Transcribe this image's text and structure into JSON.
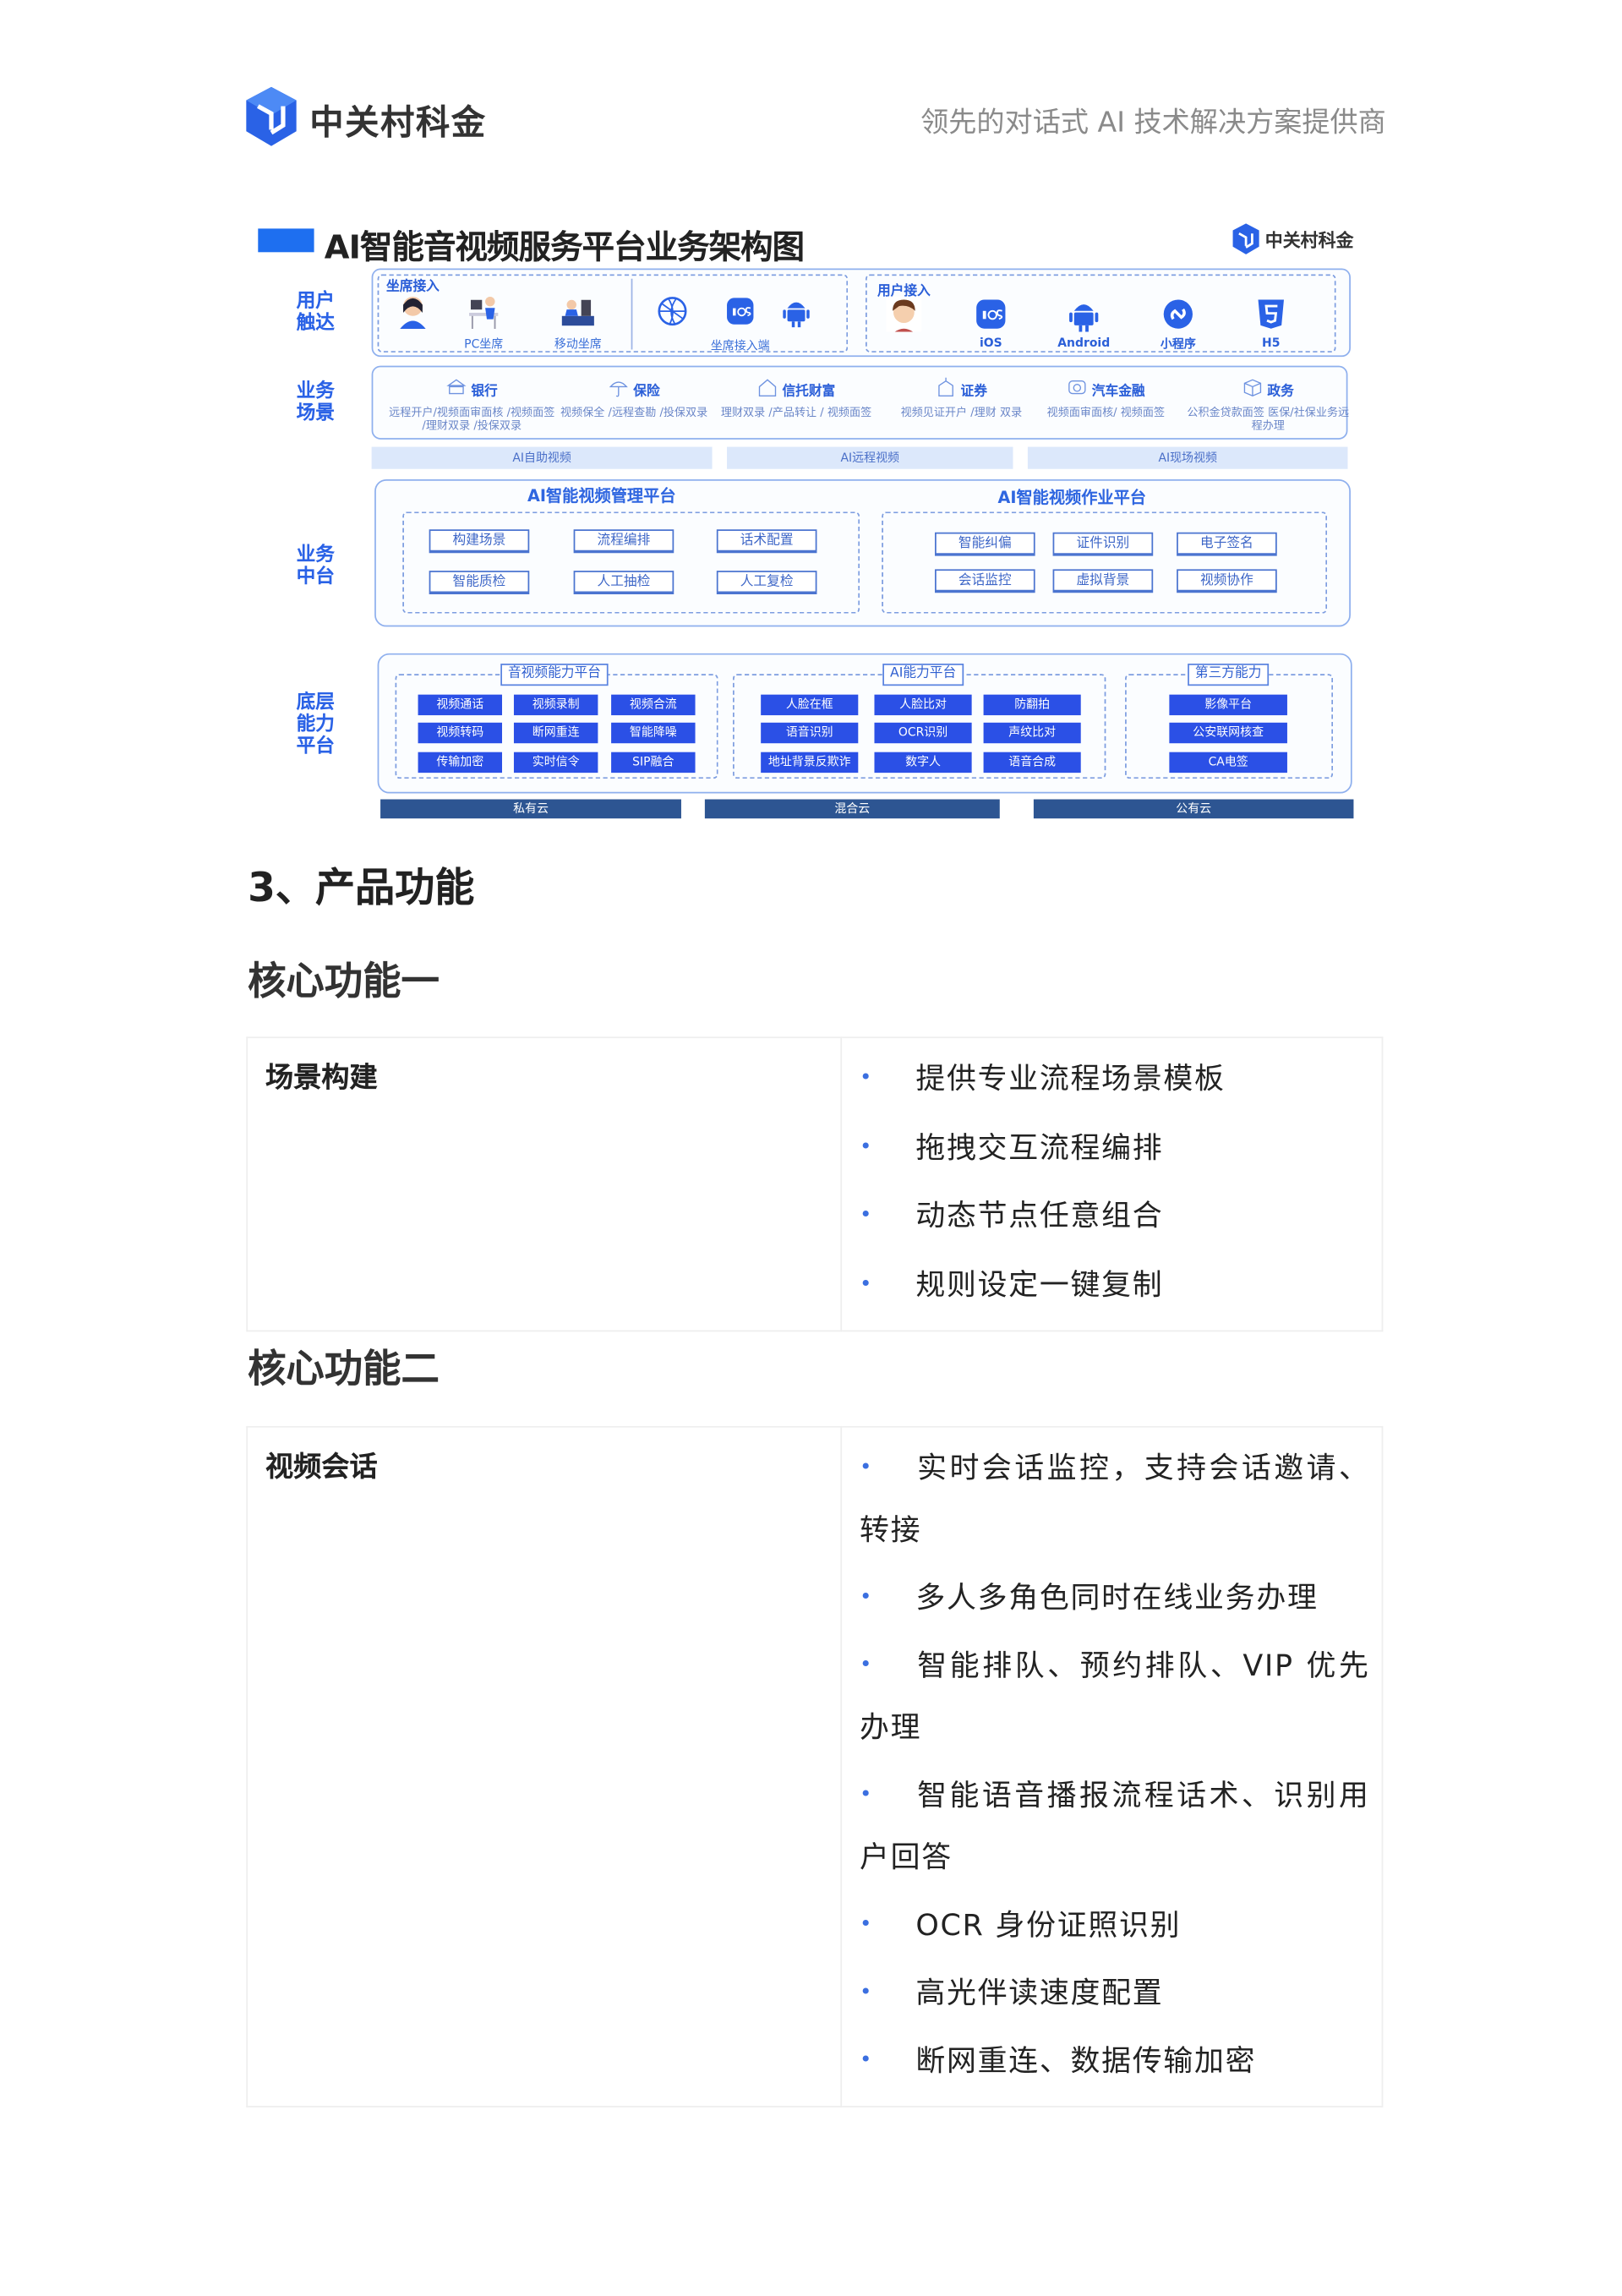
{
  "header": {
    "brand": "中关村科金",
    "tagline": "领先的对话式 AI 技术解决方案提供商"
  },
  "diagram": {
    "title": "AI智能音视频服务平台业务架构图",
    "logo_text": "中关村科金",
    "row_labels": [
      "用户\n触达",
      "业务\n场景",
      "业务\n中台",
      "底层\n能力\n平台"
    ],
    "user_touch": {
      "agent_label": "坐席接入",
      "agent_items": [
        {
          "icon": "agent-avatar-icon",
          "label": ""
        },
        {
          "icon": "pc-agent-icon",
          "label": "PC坐席"
        },
        {
          "icon": "mobile-agent-icon",
          "label": "移动坐席"
        }
      ],
      "endpoint_icons": [
        "globe-icon",
        "ios-icon",
        "android-icon"
      ],
      "endpoint_label": "坐席接入端",
      "user_label": "用户接入",
      "user_items": [
        {
          "icon": "user-avatar-icon",
          "label": ""
        },
        {
          "icon": "ios-icon",
          "label": "iOS"
        },
        {
          "icon": "android-icon",
          "label": "Android"
        },
        {
          "icon": "mini-program-icon",
          "label": "小程序"
        },
        {
          "icon": "html5-icon",
          "label": "H5"
        }
      ]
    },
    "scenes": [
      {
        "name": "银行",
        "icon": "bank-icon",
        "desc": "远程开户/视频面审面核 /视频面签 /理财双录 /投保双录"
      },
      {
        "name": "保险",
        "icon": "umbrella-icon",
        "desc": "视频保全 /远程查勘 /投保双录"
      },
      {
        "name": "信托财富",
        "icon": "house-icon",
        "desc": "理财双录 /产品转让 / 视频面签"
      },
      {
        "name": "证券",
        "icon": "building-icon",
        "desc": "视频见证开户 /理财 双录"
      },
      {
        "name": "汽车金融",
        "icon": "car-icon",
        "desc": "视频面审面核/ 视频面签"
      },
      {
        "name": "政务",
        "icon": "box-icon",
        "desc": "公积金贷款面签 医保/社保业务远程办理"
      }
    ],
    "ai_bars": [
      "AI自助视频",
      "AI远程视频",
      "AI现场视频"
    ],
    "middle": {
      "left_title": "AI智能视频管理平台",
      "left_items": [
        "构建场景",
        "流程编排",
        "话术配置",
        "智能质检",
        "人工抽检",
        "人工复检"
      ],
      "right_title": "AI智能视频作业平台",
      "right_items": [
        "智能纠偏",
        "证件识别",
        "电子签名",
        "会话监控",
        "虚拟背景",
        "视频协作"
      ]
    },
    "base": [
      {
        "title": "音视频能力平台",
        "items": [
          "视频通话",
          "视频录制",
          "视频合流",
          "视频转码",
          "断网重连",
          "智能降噪",
          "传输加密",
          "实时信令",
          "SIP融合"
        ]
      },
      {
        "title": "AI能力平台",
        "items": [
          "人脸在框",
          "人脸比对",
          "防翻拍",
          "语音识别",
          "OCR识别",
          "声纹比对",
          "地址背景反欺诈",
          "数字人",
          "语音合成"
        ]
      },
      {
        "title": "第三方能力",
        "items": [
          "影像平台",
          "公安联网核查",
          "CA电签"
        ]
      }
    ],
    "clouds": [
      "私有云",
      "混合云",
      "公有云"
    ]
  },
  "section": {
    "title": "3、产品功能"
  },
  "features": [
    {
      "heading": "核心功能一",
      "name": "场景构建",
      "items": [
        "提供专业流程场景模板",
        "拖拽交互流程编排",
        "动态节点任意组合",
        "规则设定一键复制"
      ]
    },
    {
      "heading": "核心功能二",
      "name": "视频会话",
      "items": [
        "实时会话监控，支持会话邀请、转接",
        "多人多角色同时在线业务办理",
        "智能排队、预约排队、VIP 优先办理",
        "智能语音播报流程话术、识别用户回答",
        "OCR 身份证照识别",
        "高光伴读速度配置",
        "断网重连、数据传输加密"
      ]
    }
  ],
  "colors": {
    "accent": "#2a62e6",
    "cell": "#2b50e6",
    "cloud": "#2d5592",
    "bullet": "#3b6fe0"
  }
}
